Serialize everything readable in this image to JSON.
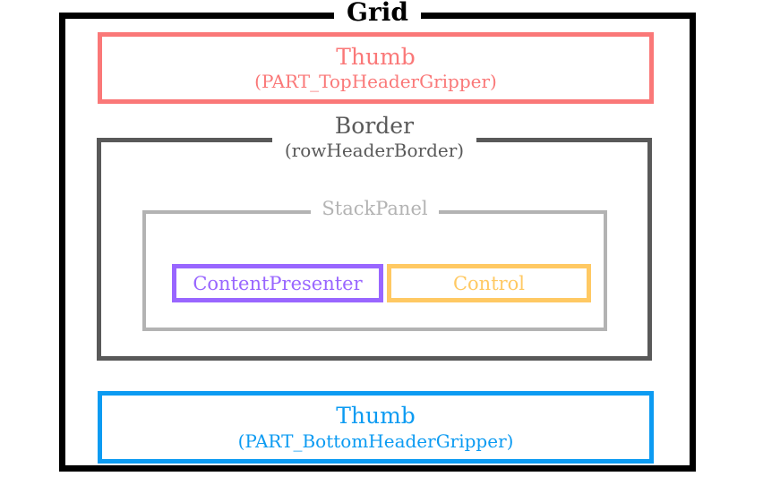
{
  "diagram": {
    "type": "nested-visual-tree",
    "background_color": "#FFFFFF",
    "nodes": {
      "grid": {
        "title": "Grid",
        "subtitle": "",
        "color": "#000000"
      },
      "top_thumb": {
        "title": "Thumb",
        "subtitle": "(PART_TopHeaderGripper)",
        "color": "#FA7878"
      },
      "border": {
        "title": "Border",
        "subtitle": "(rowHeaderBorder)",
        "color": "#595959"
      },
      "stackpanel": {
        "title": "StackPanel",
        "subtitle": "",
        "color": "#B3B3B3"
      },
      "content_presenter": {
        "title": "ContentPresenter",
        "subtitle": "",
        "color": "#9966FF"
      },
      "control": {
        "title": "Control",
        "subtitle": "",
        "color": "#FFC963"
      },
      "bottom_thumb": {
        "title": "Thumb",
        "subtitle": "(PART_BottomHeaderGripper)",
        "color": "#0C9BF2"
      }
    }
  }
}
